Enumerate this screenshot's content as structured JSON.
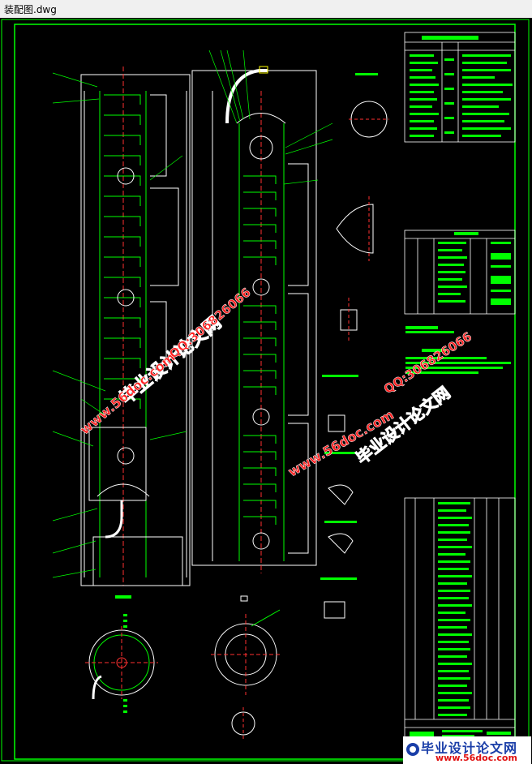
{
  "window": {
    "title": "装配图.dwg"
  },
  "colors": {
    "frame": "#00ff00",
    "line": "#ffffff",
    "accent": "#ffff00",
    "leader": "#00ff00",
    "wm_red": "#ff2020",
    "wm_blue": "#1a3ea8"
  },
  "watermarks": [
    {
      "text": "毕业设计论文网"
    },
    {
      "text": "www.56doc.com"
    },
    {
      "text": "QQ:306826066"
    },
    {
      "text": "www.56doc.com"
    },
    {
      "text": "毕业设计论文网"
    },
    {
      "text": "QQ:306826066"
    }
  ],
  "footer": {
    "brand": "毕业设计论文网",
    "url": "www.56doc.com"
  }
}
